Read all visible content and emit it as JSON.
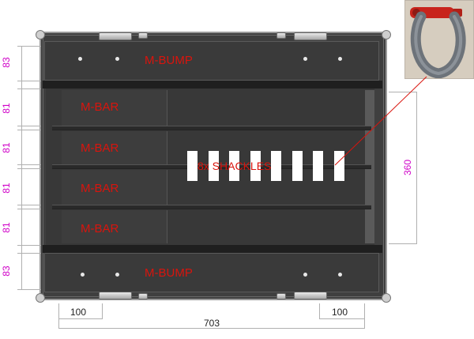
{
  "labels": {
    "bump_top": "M-BUMP",
    "bump_bottom": "M-BUMP",
    "bars": [
      "M-BAR",
      "M-BAR",
      "M-BAR",
      "M-BAR"
    ],
    "shackles": "8x SHACKLES"
  },
  "dimensions": {
    "left": [
      "83",
      "81",
      "81",
      "81",
      "81",
      "83"
    ],
    "right_height": "360",
    "width_total": "703",
    "width_left": "100",
    "width_right": "100"
  },
  "colors": {
    "label_red": "#d9140d",
    "dimension_magenta": "#d000c8",
    "case_dark": "#3f3f3f",
    "shackle_red": "#c8241c",
    "shackle_steel": "#6d737a"
  },
  "icons": {
    "photo": "shackle-photo-icon"
  },
  "shackle_slot_count": 8
}
